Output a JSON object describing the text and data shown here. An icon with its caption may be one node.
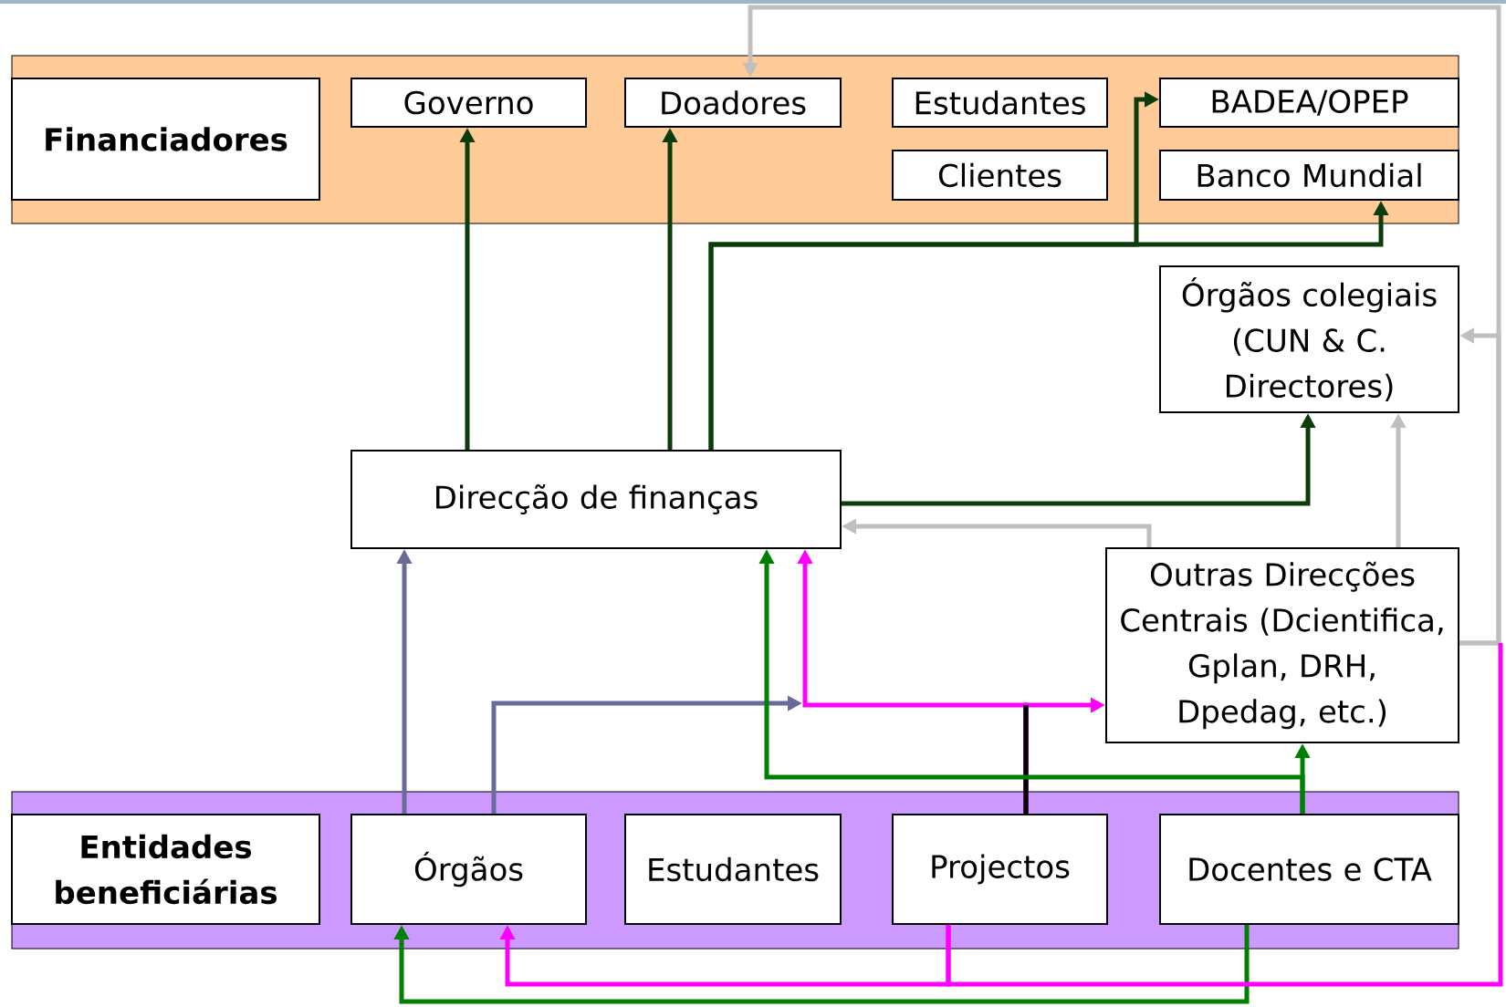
{
  "diagram": {
    "nodes": [
      {
        "text": [
          "Financiadores"
        ]
      },
      {
        "text": [
          "Governo"
        ]
      },
      {
        "text": [
          "Doadores"
        ]
      },
      {
        "text": [
          "Estudantes"
        ]
      },
      {
        "text": [
          "BADEA/OPEP"
        ]
      },
      {
        "text": [
          "Clientes"
        ]
      },
      {
        "text": [
          "Banco Mundial"
        ]
      },
      {
        "text": [
          "Órgãos colegiais (CUN & C. Directores)"
        ]
      },
      {
        "text": [
          "Direcção de finanças"
        ]
      },
      {
        "text": [
          "Outras Direcções Centrais (Dcientifica, Gplan, DRH, Dpedag, etc.)"
        ]
      },
      {
        "text": [
          "Entidades beneficiárias"
        ]
      },
      {
        "text": [
          "Órgãos"
        ]
      },
      {
        "text": [
          "Estudantes"
        ]
      },
      {
        "text": [
          "Projectos"
        ]
      },
      {
        "text": [
          "Docentes e CTA"
        ]
      }
    ],
    "edges": [
      {
        "from": 8,
        "to": 1,
        "arrow": "to"
      },
      {
        "from": 8,
        "to": 2,
        "arrow": "to"
      },
      {
        "from": 8,
        "to": 4,
        "arrow": "to"
      },
      {
        "from": 8,
        "to": 6,
        "arrow": "to"
      },
      {
        "from": 8,
        "to": 7,
        "arrow": "to"
      },
      {
        "from": 9,
        "to": 8,
        "arrow": "to",
        "color": "#bfbfbf"
      },
      {
        "from": 9,
        "to": 7,
        "arrow": "to",
        "color": "#bfbfbf"
      },
      {
        "from": 9,
        "to": 7,
        "arrow": "to",
        "color": "#bfbfbf"
      },
      {
        "from": 9,
        "to": 2,
        "arrow": "to",
        "color": "#bfbfbf"
      },
      {
        "from": 11,
        "to": 8,
        "arrow": "to",
        "color": "#6b6b9b"
      },
      {
        "from": 11,
        "to": null,
        "arrow": "to",
        "color": "#6b6b9b"
      },
      {
        "from": 13,
        "to": 8,
        "arrow": "to",
        "color": "#ff00ff"
      },
      {
        "from": 13,
        "to": 9,
        "arrow": "to",
        "color": "#ff00ff"
      },
      {
        "from": 14,
        "to": 8,
        "arrow": "to",
        "color": "#008000"
      },
      {
        "from": 14,
        "to": 9,
        "arrow": "to",
        "color": "#008000"
      },
      {
        "from": 14,
        "to": 11,
        "arrow": "to",
        "color": "#008000"
      },
      {
        "from": 13,
        "to": 11,
        "arrow": "to",
        "color": "#ff00ff"
      },
      {
        "from": 13,
        "to": null,
        "arrow": "none",
        "color": "#ff00ff"
      }
    ]
  }
}
